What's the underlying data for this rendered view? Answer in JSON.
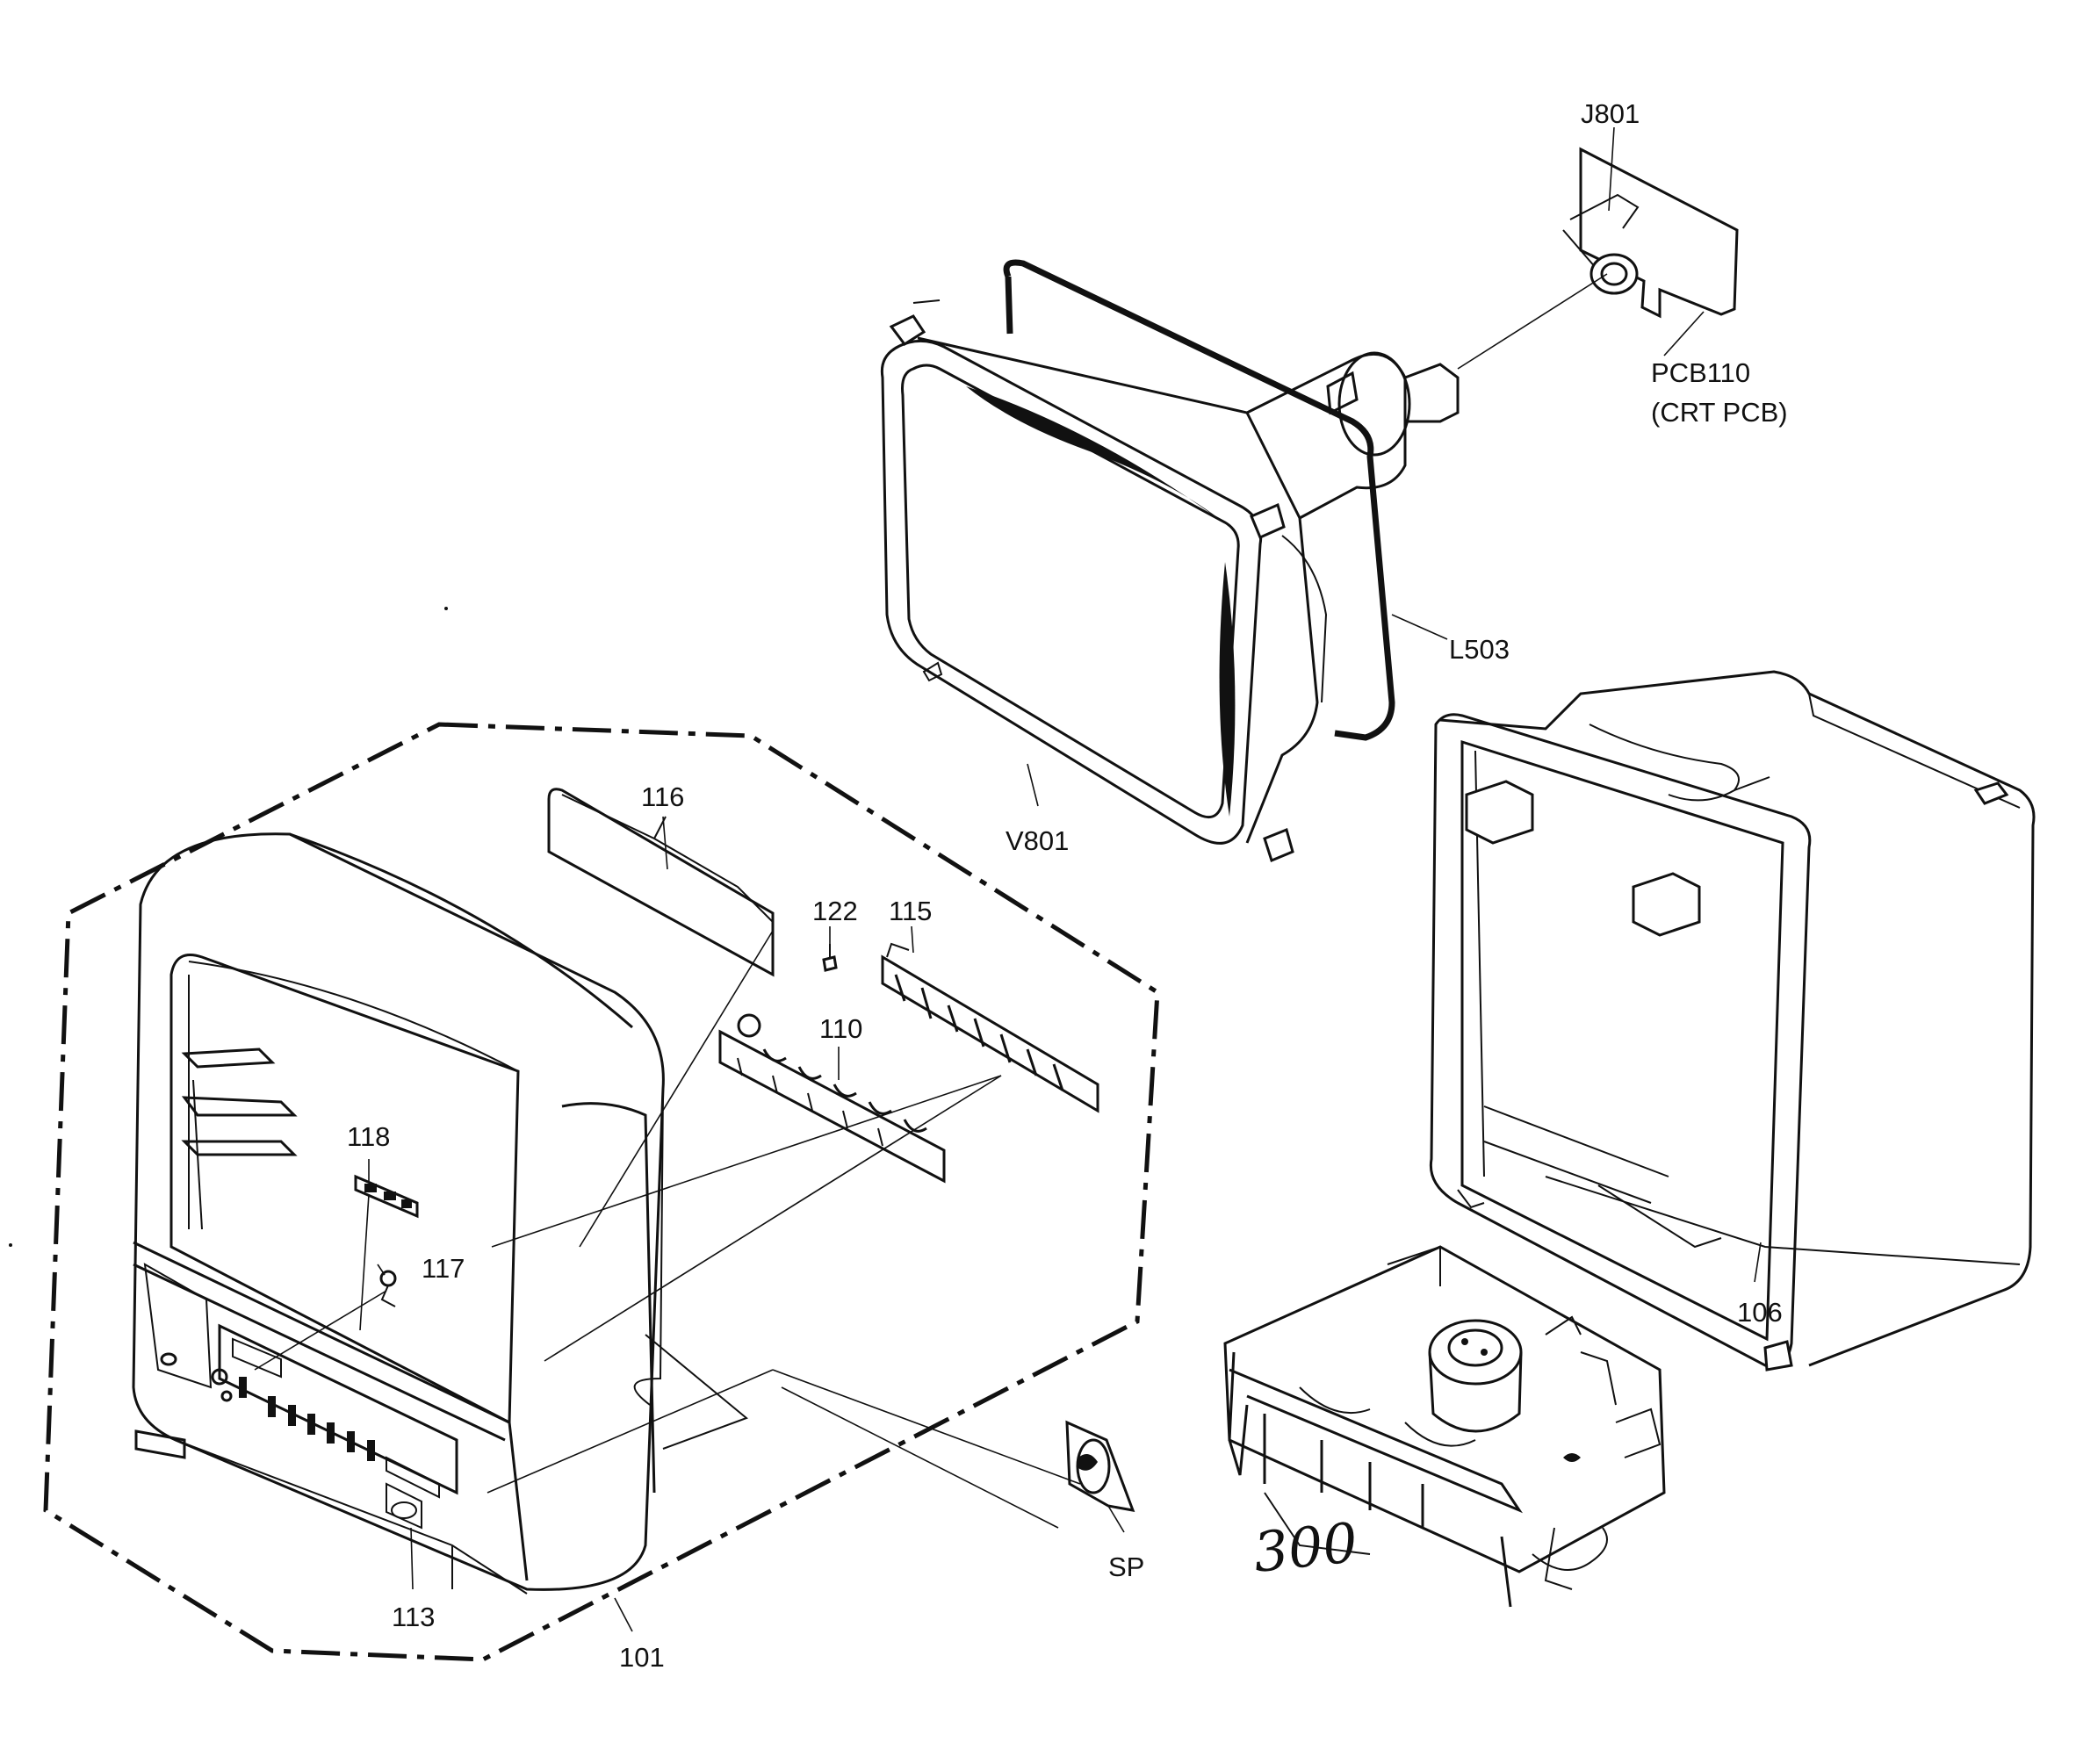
{
  "labels": {
    "j801": "J801",
    "pcb110": "PCB110",
    "crt_pcb": "(CRT PCB)",
    "l503": "L503",
    "v801": "V801",
    "p116": "116",
    "p122": "122",
    "p115": "115",
    "p110": "110",
    "p118": "118",
    "p117": "117",
    "p106": "106",
    "sp": "SP",
    "p113": "113",
    "p101": "101",
    "p300": "300"
  }
}
